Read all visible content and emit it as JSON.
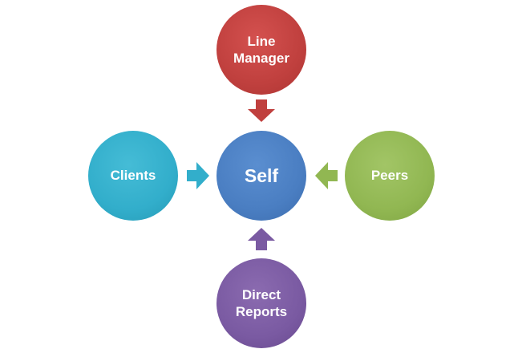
{
  "nodes": {
    "top": {
      "label": "Line\nManager",
      "color": "#c0403e"
    },
    "left": {
      "label": "Clients",
      "color": "#32aecb"
    },
    "center": {
      "label": "Self",
      "color": "#4a7ec2"
    },
    "right": {
      "label": "Peers",
      "color": "#91b752"
    },
    "bottom": {
      "label": "Direct\nReports",
      "color": "#7a5aa2"
    }
  },
  "arrows": {
    "top": {
      "direction": "down",
      "color": "#c0403e"
    },
    "left": {
      "direction": "right",
      "color": "#32aecb"
    },
    "right": {
      "direction": "left",
      "color": "#91b752"
    },
    "bottom": {
      "direction": "up",
      "color": "#7a5aa2"
    }
  }
}
